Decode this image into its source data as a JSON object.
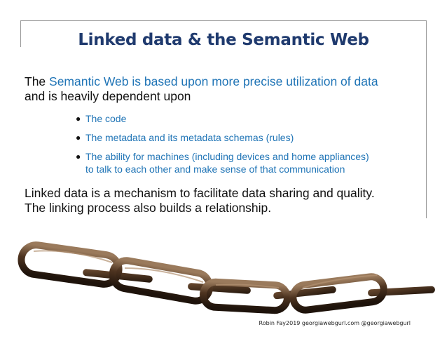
{
  "slide": {
    "title": "Linked data & the Semantic Web",
    "intro": {
      "pre": "The ",
      "highlight": "Semantic Web  is based upon more precise utilization of data",
      "line2": "and is heavily dependent upon"
    },
    "bullets": [
      {
        "lines": [
          "The code"
        ]
      },
      {
        "lines": [
          "The metadata and its metadata schemas (rules)"
        ]
      },
      {
        "lines": [
          "The ability for machines (including devices and home appliances)",
          "to talk to each other and make sense of that communication"
        ]
      }
    ],
    "conclusion": {
      "line1": "Linked data is a mechanism to facilitate data sharing and quality.",
      "line2": "The linking process also builds a relationship."
    },
    "image": {
      "icon": "chain-links-image"
    },
    "credit": "Robin Fay2019 georgiawebgurl.com @georgiawebgurl"
  },
  "colors": {
    "title": "#1f3a6e",
    "accent": "#1f74b6",
    "text": "#111111"
  }
}
